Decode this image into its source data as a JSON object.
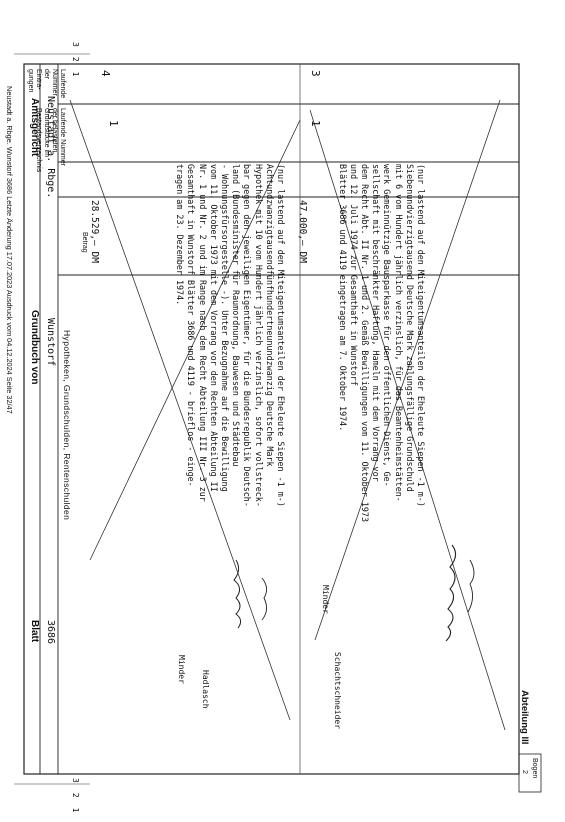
{
  "header": {
    "amtsgericht_label": "Amtsgericht",
    "amtsgericht_value": "Neustadt a. Rbge.",
    "grundbuch_label": "Grundbuch von",
    "grundbuch_value": "Wunstorf",
    "blatt_label": "Blatt",
    "blatt_value": "3686",
    "abteilung": "Abteilung III",
    "bogen_label": "Bogen",
    "bogen_value": "2",
    "section_title": "Hypotheken, Grundschulden, Rentenschulden"
  },
  "columns": {
    "col1": [
      "Laufende",
      "Nummer",
      "der",
      "Eintra-",
      "gungen"
    ],
    "col2": [
      "Laufende Nummer",
      "der belasteten",
      "Grundstücke im",
      "Bestandsverzeichnis"
    ],
    "col3": "Betrag"
  },
  "entries": [
    {
      "nr": "3",
      "grundstueck": "1",
      "betrag": "47.000,– DM",
      "text": [
        "(nur lastend auf den Miteigentumsanteilen der Eheleute Siepen -1 m-)",
        "Siebenundvierzigtausend Deutsche Mark zahlungsfällige Grundschuld",
        "mit 6 vom Hundert jährlich verzinslich, für das Beamtenheimstätten-",
        "werk Gemeinnützige Bausparkasse für den öffentlichen Dienst, Ge-",
        "sellschaft mit beschränkter Haftung, Hameln mit dem Vorrang vor",
        "dem Recht Abt. II Nr. 1 und 2. Gemäß Bewilligungen vom 11. Oktober 1973",
        "und 12. Juli 1974 zur Gesamthaft in Wunstorf",
        "Blätter 3686 und 4119 eingetragen am 7. Oktober 1974."
      ],
      "signatures": [
        "Minder",
        "Schachtschneider"
      ]
    },
    {
      "nr": "4",
      "grundstueck": "1",
      "betrag": "28.529,– DM",
      "text": [
        "(nur lastend auf den Miteigentumsanteilen der Eheleute Siepen -1 m-)",
        "Achtundzwanzigtausendfünfhundertneunundzwanzig Deutsche Mark",
        "Hypothek mit 10 vom Hundert jährlich verzinslich, sofort vollstreck-",
        "bar gegen den jeweiligen Eigentümer, für die Bundesrepublik Deutsch-",
        "land (Bundesminister für Raumordnung, Bauwesen und Städtebau",
        "- Wohnungsfürsorgestelle -). Unter Bezugnahme auf die Bewilligung",
        "vom 11. Oktober 1973 mit dem Vorrang vor den Rechten Abteilung II",
        "Nr. 1 und Nr. 2 und im Range nach dem Recht Abteilung III Nr. 3 zur",
        "Gesamthaft in Wunstorf Blätter 3686 und 4119 - brieflos - einge-",
        "tragen am 23. Dezember 1974."
      ],
      "signatures": [
        "Minder",
        "Hadlasch"
      ]
    }
  ],
  "footer": "Neustadt a. Rbge. Wunstorf 3686  Letzte Änderung 17.07.2023  Ausdruck vom 04.12.2024  Seite 32/47",
  "margin_marks": {
    "top": [
      "3",
      "2",
      "1"
    ],
    "bottom": [
      "3",
      "2",
      "1"
    ]
  }
}
